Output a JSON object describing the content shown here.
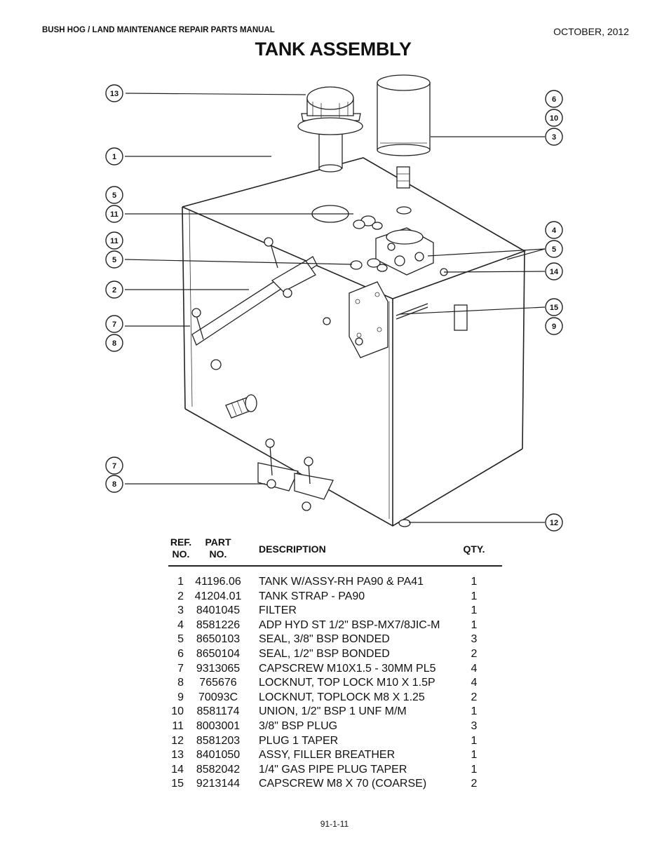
{
  "header": {
    "manual": "BUSH HOG / LAND MAINTENANCE REPAIR PARTS MANUAL",
    "date": "OCTOBER, 2012",
    "title": "TANK ASSEMBLY"
  },
  "callouts": [
    "13",
    "1",
    "5",
    "11",
    "11",
    "5",
    "2",
    "7",
    "8",
    "7",
    "8",
    "6",
    "10",
    "3",
    "4",
    "5",
    "14",
    "15",
    "9",
    "12"
  ],
  "table": {
    "headers": {
      "ref_l1": "REF.",
      "ref_l2": "NO.",
      "part_l1": "PART",
      "part_l2": "NO.",
      "desc": "DESCRIPTION",
      "qty": "QTY."
    },
    "rows": [
      {
        "ref": "1",
        "part": "41196.06",
        "desc": "TANK W/ASSY-RH PA90 & PA41",
        "qty": "1"
      },
      {
        "ref": "2",
        "part": "41204.01",
        "desc": "TANK STRAP - PA90",
        "qty": "1"
      },
      {
        "ref": "3",
        "part": "8401045",
        "desc": "FILTER",
        "qty": "1"
      },
      {
        "ref": "4",
        "part": "8581226",
        "desc": "ADP HYD ST 1/2\" BSP-MX7/8JIC-M",
        "qty": "1"
      },
      {
        "ref": "5",
        "part": "8650103",
        "desc": "SEAL, 3/8\" BSP BONDED",
        "qty": "3"
      },
      {
        "ref": "6",
        "part": "8650104",
        "desc": "SEAL, 1/2\" BSP BONDED",
        "qty": "2"
      },
      {
        "ref": "7",
        "part": "9313065",
        "desc": "CAPSCREW M10X1.5 - 30MM PL5",
        "qty": "4"
      },
      {
        "ref": "8",
        "part": "765676",
        "desc": "LOCKNUT, TOP LOCK M10 X 1.5P",
        "qty": "4"
      },
      {
        "ref": "9",
        "part": "70093C",
        "desc": "LOCKNUT, TOPLOCK M8 X 1.25",
        "qty": "2"
      },
      {
        "ref": "10",
        "part": "8581174",
        "desc": "UNION, 1/2\" BSP 1 UNF M/M",
        "qty": "1"
      },
      {
        "ref": "11",
        "part": "8003001",
        "desc": "3/8\" BSP PLUG",
        "qty": "3"
      },
      {
        "ref": "12",
        "part": "8581203",
        "desc": "PLUG 1 TAPER",
        "qty": "1"
      },
      {
        "ref": "13",
        "part": "8401050",
        "desc": "ASSY, FILLER BREATHER",
        "qty": "1"
      },
      {
        "ref": "14",
        "part": "8582042",
        "desc": "1/4\" GAS PIPE PLUG TAPER",
        "qty": "1"
      },
      {
        "ref": "15",
        "part": "9213144",
        "desc": "CAPSCREW M8 X 70 (COARSE)",
        "qty": "2"
      }
    ]
  },
  "footer": {
    "page": "91-1-11"
  }
}
